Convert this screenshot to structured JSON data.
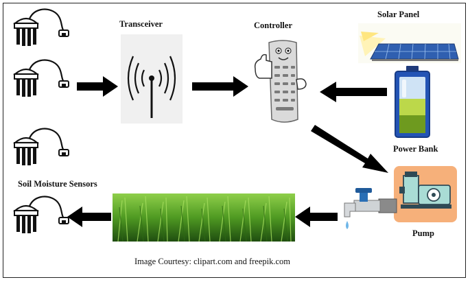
{
  "labels": {
    "transceiver": "Transceiver",
    "controller": "Controller",
    "solar_panel": "Solar Panel",
    "power_bank": "Power Bank",
    "soil_moisture_sensors": "Soil Moisture Sensors",
    "pump": "Pump"
  },
  "credit": "Image Courtesy: clipart.com and freepik.com",
  "icons": [
    "soil-sensor-icon",
    "transceiver-icon",
    "remote-controller-icon",
    "solar-panel-icon",
    "battery-icon",
    "pump-icon",
    "tap-icon",
    "grass-field-image"
  ]
}
